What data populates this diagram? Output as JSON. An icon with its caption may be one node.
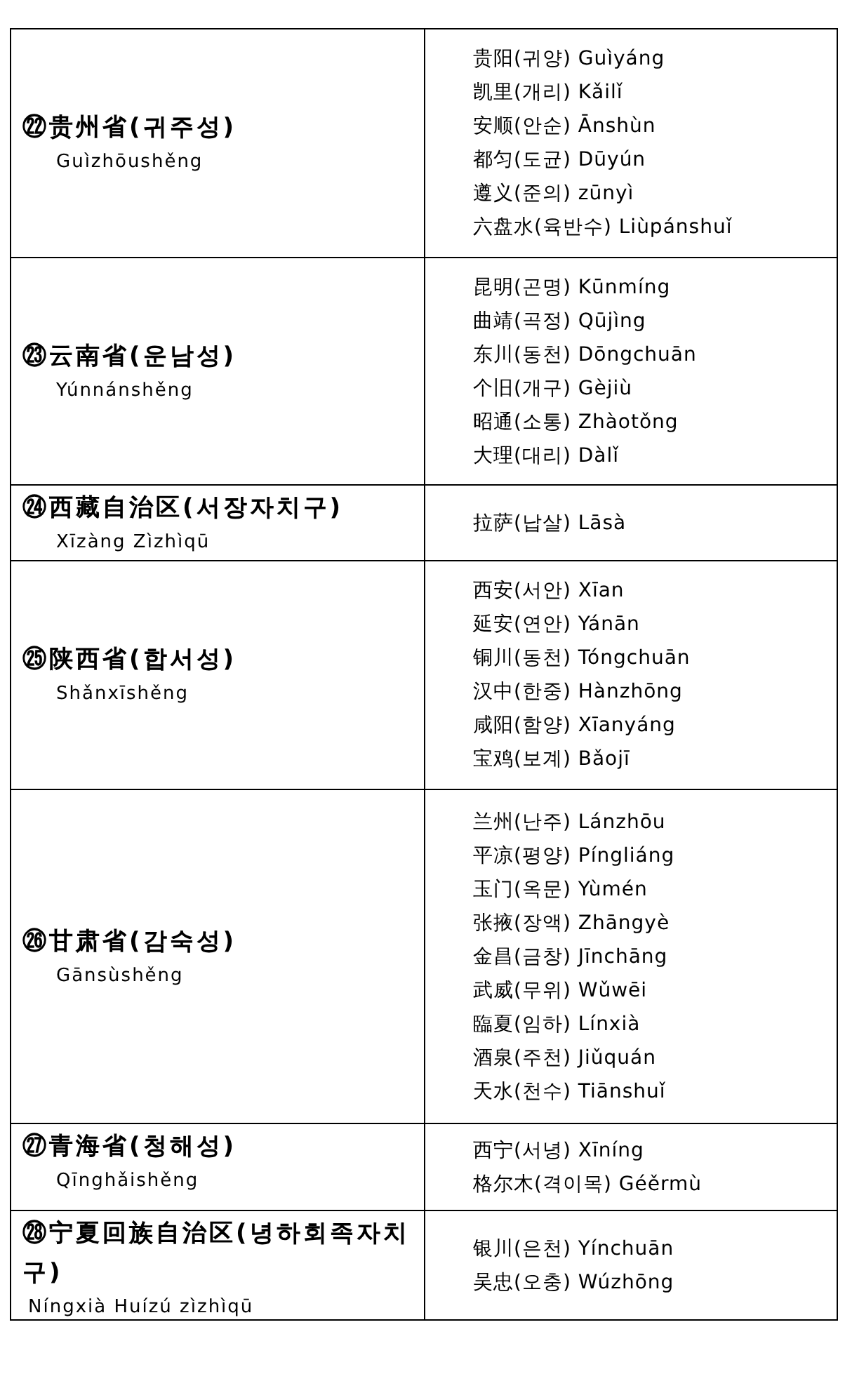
{
  "diagram": {
    "labels": [
      "㉒贵州省(귀주성)",
      "Guìzhōushěng",
      "贵阳(귀양) Guìyáng",
      "凯里(개리) Kǎilǐ",
      "安顺(안순) Ānshùn",
      "都匀(도균) Dūyún",
      "遵义(준의) zūnyì",
      "六盘水(육반수) Liùpánshuǐ",
      "㉓云南省(운남성)",
      "Yúnnánshěng",
      "昆明(곤명) Kūnmíng",
      "曲靖(곡정) Qūjìng",
      "东川(동천) Dōngchuān",
      "个旧(개구) Gèjiù",
      "昭通(소통) Zhàotǒng",
      "大理(대리) Dàlǐ",
      "㉔西藏自治区(서장자치구)",
      "Xīzàng Zìzhìqū",
      "拉萨(납살) Lāsà",
      "㉕陕西省(합서성)",
      "Shǎnxīshěng",
      "西安(서안) Xīan",
      "延安(연안) Yánān",
      "铜川(동천) Tóngchuān",
      "汉中(한중) Hànzhōng",
      "咸阳(함양) Xīanyáng",
      "宝鸡(보계) Bǎojī",
      "㉖甘肃省(감숙성)",
      "Gānsùshěng",
      "兰州(난주) Lánzhōu",
      "平凉(평양) Píngliáng",
      "玉门(옥문) Yùmén",
      "张掖(장액) Zhāngyè",
      "金昌(금창) Jīnchāng",
      "武威(무위) Wǔwēi",
      "臨夏(임하) Línxià",
      "酒泉(주천) Jiǔquán",
      "天水(천수) Tiānshuǐ",
      "㉗青海省(청해성)",
      "Qīnghǎishěng",
      "西宁(서녕) Xīníng",
      "格尔木(격이목) Géěrmù",
      "㉘宁夏回族自治区(녕하회족자치구)",
      "Níngxià Huízú zìzhìqū",
      "银川(은천) Yínchuān",
      "吴忠(오충) Wúzhōng"
    ]
  }
}
